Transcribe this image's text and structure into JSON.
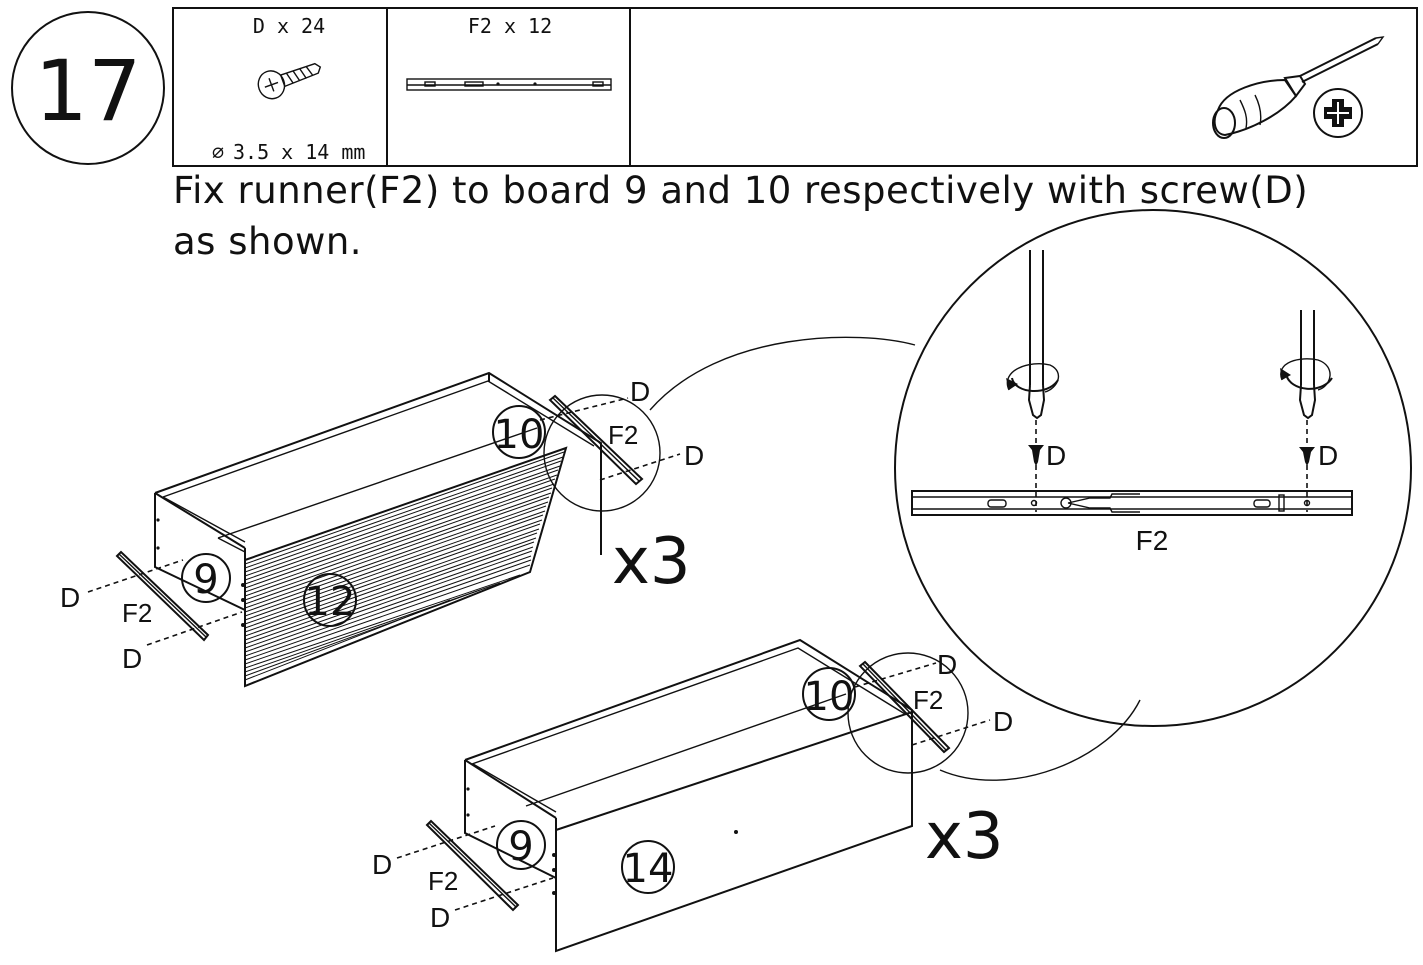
{
  "step": {
    "number": "17"
  },
  "parts_table": {
    "screw": {
      "label": "D x 24",
      "size": "3.5 x 14 mm",
      "diameter_symbol": "⌀"
    },
    "runner": {
      "label": "F2 x 12"
    },
    "tool_icon": "phillips-screwdriver-icon"
  },
  "instruction": {
    "line1": "Fix runner(F2) to board 9 and 10 respectively with screw(D)",
    "line2": "as shown."
  },
  "drawer_top": {
    "multiplier": "x3",
    "boards": {
      "left": "9",
      "right": "10",
      "front": "12"
    },
    "labels": {
      "runner": "F2",
      "screw": "D"
    }
  },
  "drawer_bottom": {
    "multiplier": "x3",
    "boards": {
      "left": "9",
      "right": "10",
      "front": "14"
    },
    "labels": {
      "runner": "F2",
      "screw": "D"
    }
  },
  "detail_view": {
    "runner_label": "F2",
    "screw_label": "D"
  }
}
